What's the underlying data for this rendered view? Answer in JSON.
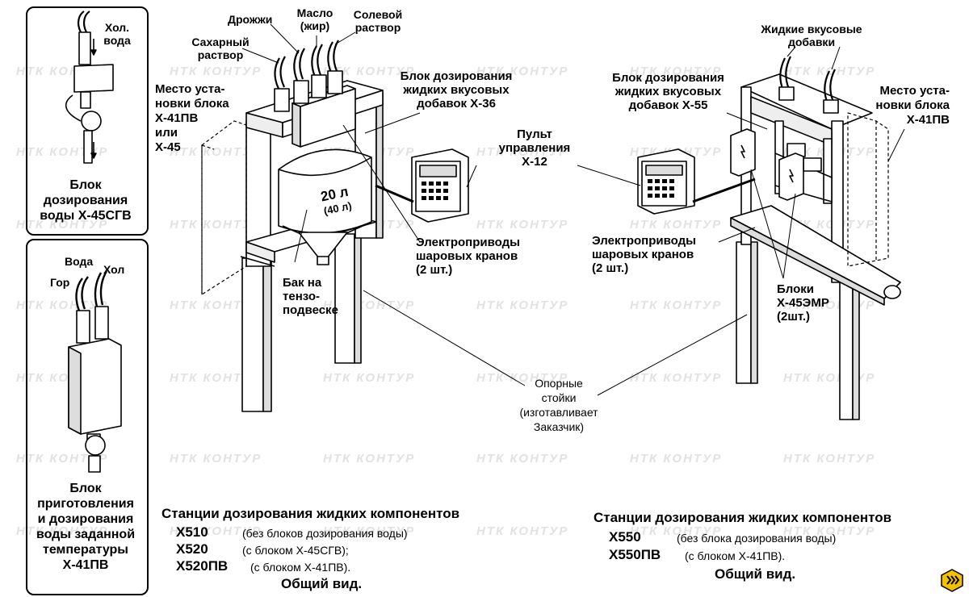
{
  "watermark": "НТК КОНТУР",
  "left_panels": {
    "top": {
      "water_label": "Хол.\nвода",
      "caption": "Блок\nдозирования\nводы Х-45СГВ"
    },
    "bottom": {
      "water_label": "Вода",
      "hot_label": "Гор",
      "cold_label": "Хол",
      "caption": "Блок\nприготовления\nи дозирования\nводы заданной\nтемпературы\nХ-41ПВ"
    }
  },
  "left_station": {
    "sugar": "Сахарный\nраствор",
    "yeast": "Дрожжи",
    "oil": "Масло\n(жир)",
    "salt": "Солевой\nраствор",
    "mount_place": "Место уста-\nновки блока\nХ-41ПВ\nили\nХ-45",
    "flavor_block": "Блок дозирования\nжидких вкусовых\nдобавок Х-36",
    "control_panel": "Пульт\nуправления\nХ-12",
    "tank_volume": "20 л",
    "tank_volume_alt": "(40 л)",
    "actuators": "Электроприводы\nшаровых кранов\n(2 шт.)",
    "tank": "Бак на\nтензо-\nподвеске"
  },
  "right_station": {
    "flavor_inputs": "Жидкие вкусовые\nдобавки",
    "flavor_block": "Блок дозирования\nжидких вкусовых\nдобавок Х-55",
    "mount_place": "Место уста-\nновки блока\nХ-41ПВ",
    "actuators": "Электроприводы\nшаровых кранов\n(2 шт.)",
    "blocks": "Блоки\nХ-45ЭМР\n(2шт.)"
  },
  "supports": "Опорные\nстойки\n(изготавливает\nЗаказчик)",
  "captions": {
    "left": {
      "title": "Станции дозирования жидких компонентов",
      "rows": [
        {
          "model": "Х510",
          "desc": "(без блоков дозирования воды)"
        },
        {
          "model": "Х520",
          "desc": "(с блоком Х-45СГВ);"
        },
        {
          "model": "Х520ПВ",
          "desc": "(с блоком Х-41ПВ)."
        }
      ],
      "footer": "Общий вид."
    },
    "right": {
      "title": "Станции дозирования жидких компонентов",
      "rows": [
        {
          "model": "Х550",
          "desc": "(без блока дозирования воды)"
        },
        {
          "model": "Х550ПВ",
          "desc": "(с блоком Х-41ПВ)."
        }
      ],
      "footer": "Общий вид."
    }
  },
  "colors": {
    "line": "#000000",
    "watermark": "#e2e2e2",
    "fill": "#ffffff",
    "shade": "#d8d8d8"
  }
}
